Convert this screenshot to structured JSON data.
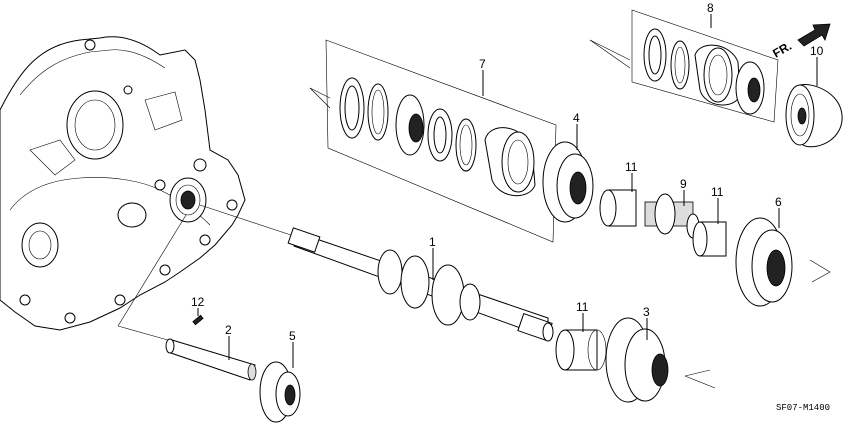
{
  "diagram": {
    "callouts": [
      {
        "id": "c1",
        "text": "1"
      },
      {
        "id": "c2",
        "text": "2"
      },
      {
        "id": "c3",
        "text": "3"
      },
      {
        "id": "c4",
        "text": "4"
      },
      {
        "id": "c5",
        "text": "5"
      },
      {
        "id": "c6",
        "text": "6"
      },
      {
        "id": "c7",
        "text": "7"
      },
      {
        "id": "c8",
        "text": "8"
      },
      {
        "id": "c9",
        "text": "9"
      },
      {
        "id": "c10",
        "text": "10"
      },
      {
        "id": "c11a",
        "text": "11"
      },
      {
        "id": "c11b",
        "text": "11"
      },
      {
        "id": "c11c",
        "text": "11"
      },
      {
        "id": "c12",
        "text": "12"
      }
    ],
    "direction_label": "FR.",
    "drawing_code": "SF07-M1400",
    "line_color": "#000000",
    "background": "#ffffff"
  }
}
